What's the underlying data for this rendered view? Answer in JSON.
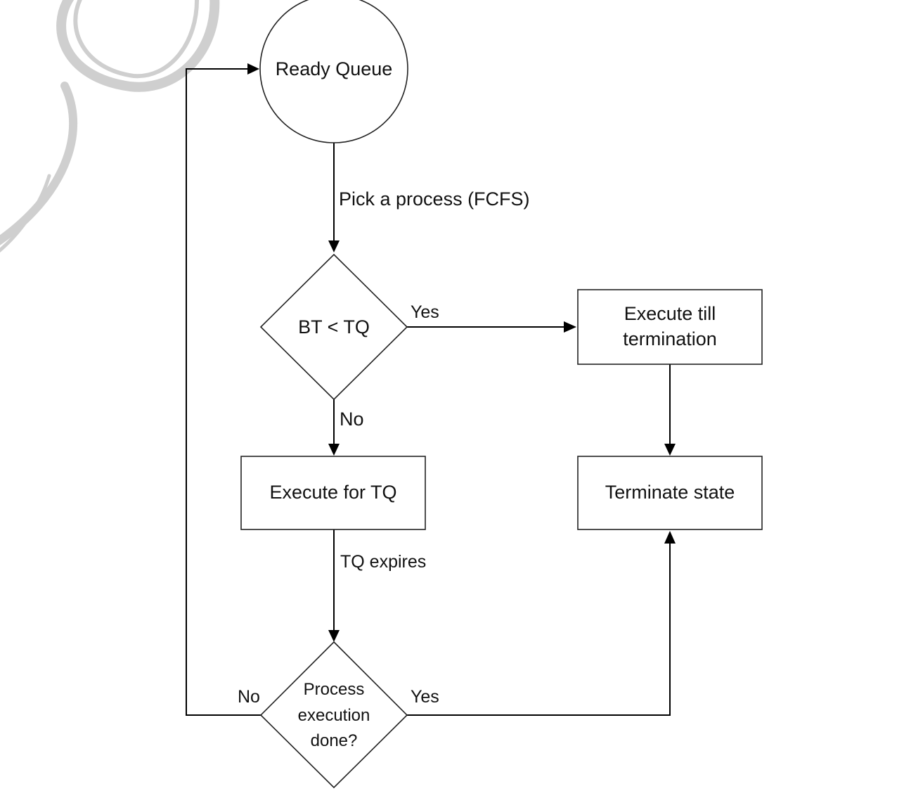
{
  "diagram": {
    "nodes": {
      "ready_queue": {
        "shape": "circle",
        "label": "Ready Queue"
      },
      "decision_bt_tq": {
        "shape": "diamond",
        "label": "BT < TQ"
      },
      "execute_till_termination": {
        "shape": "rect",
        "label_lines": [
          "Execute till",
          "termination"
        ]
      },
      "execute_for_tq": {
        "shape": "rect",
        "label": "Execute for TQ"
      },
      "terminate_state": {
        "shape": "rect",
        "label": "Terminate state"
      },
      "decision_done": {
        "shape": "diamond",
        "label_lines": [
          "Process",
          "execution",
          "done?"
        ]
      }
    },
    "edges": {
      "pick_process": {
        "from": "ready_queue",
        "to": "decision_bt_tq",
        "label": "Pick a process (FCFS)"
      },
      "bt_yes": {
        "from": "decision_bt_tq",
        "to": "execute_till_termination",
        "label": "Yes"
      },
      "bt_no": {
        "from": "decision_bt_tq",
        "to": "execute_for_tq",
        "label": "No"
      },
      "till_to_terminate": {
        "from": "execute_till_termination",
        "to": "terminate_state",
        "label": ""
      },
      "tq_expires": {
        "from": "execute_for_tq",
        "to": "decision_done",
        "label": "TQ expires"
      },
      "done_yes": {
        "from": "decision_done",
        "to": "terminate_state",
        "label": "Yes"
      },
      "done_no": {
        "from": "decision_done",
        "to": "ready_queue",
        "label": "No"
      }
    }
  },
  "colors": {
    "stroke": "#222222",
    "edge": "#000000",
    "text": "#111111",
    "background": "#ffffff",
    "decoration": "#cfcfcf"
  }
}
